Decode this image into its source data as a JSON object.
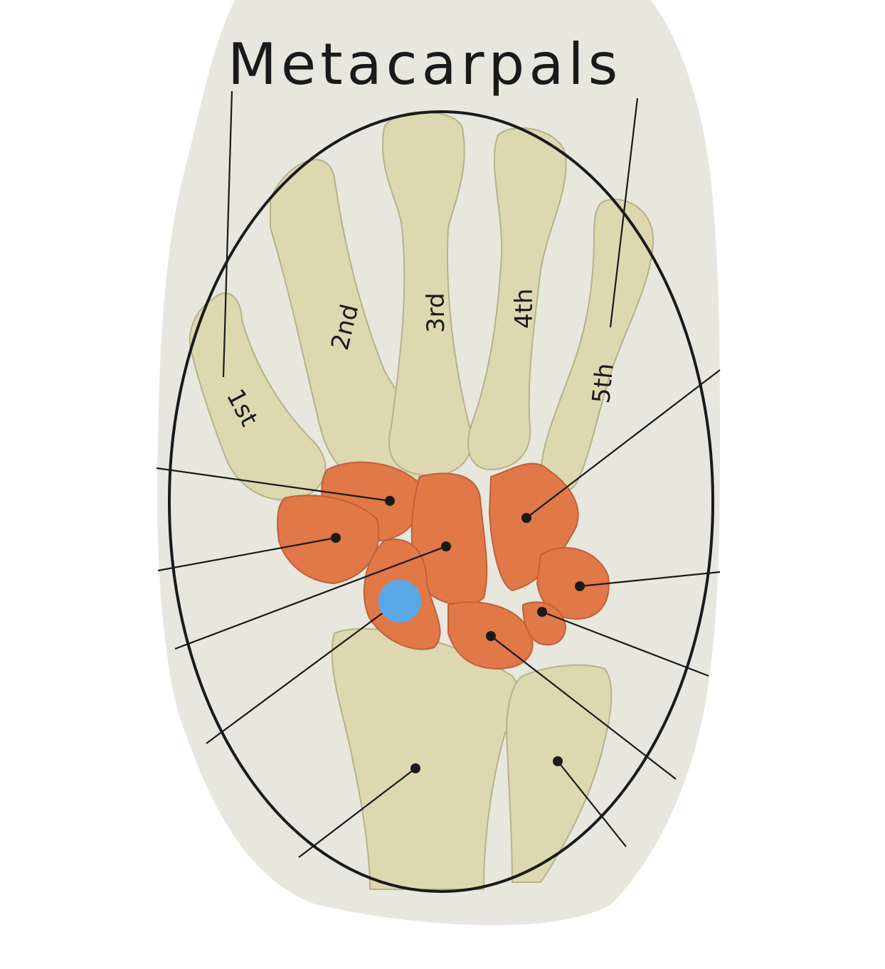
{
  "title": "Metacarpals",
  "metacarpal_labels": {
    "first": "1st",
    "second": "2nd",
    "third": "3rd",
    "fourth": "4th",
    "fifth": "5th"
  },
  "colors": {
    "background_paper": "#e8e7de",
    "bone": "#ddd8b0",
    "carpal_bones": "#e07848",
    "outline_ellipse": "#1a1a1a",
    "marker": "#5aa8e8"
  },
  "marker": {
    "description_icon": "blue-dot-marker"
  }
}
